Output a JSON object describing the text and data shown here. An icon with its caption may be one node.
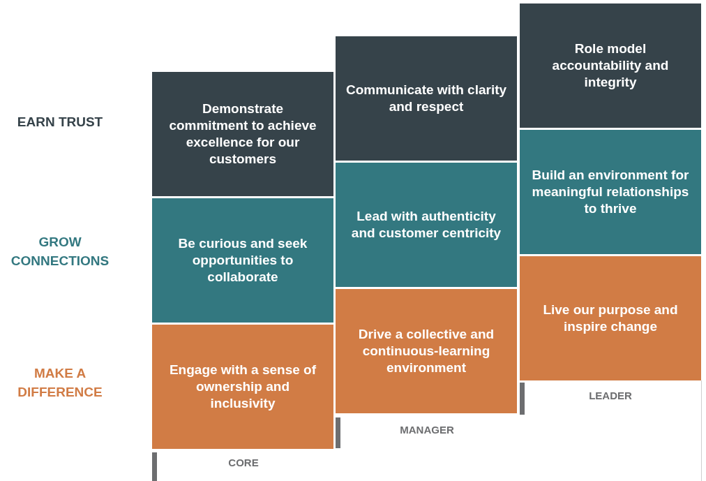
{
  "diagram": {
    "nodes": [
      {
        "text": [
          "Demonstrate commitment to achieve excellence for our customers"
        ]
      },
      {
        "text": [
          "Be curious and seek opportunities to collaborate"
        ]
      },
      {
        "text": [
          "Engage with a sense of ownership and inclusivity"
        ]
      },
      {
        "text": [
          "Communicate with clarity and respect"
        ]
      },
      {
        "text": [
          "Lead with authenticity and customer centricity"
        ]
      },
      {
        "text": [
          "Drive a collective and continuous-learning environment"
        ]
      },
      {
        "text": [
          "Role model accountability and integrity"
        ]
      },
      {
        "text": [
          "Build an environment for meaningful relationships to thrive"
        ]
      },
      {
        "text": [
          "Live our purpose and inspire change"
        ]
      }
    ],
    "labels": [
      "EARN TRUST",
      "GROW CONNECTIONS",
      "MAKE A DIFFERENCE",
      "LEADER",
      "MANAGER",
      "CORE"
    ]
  }
}
